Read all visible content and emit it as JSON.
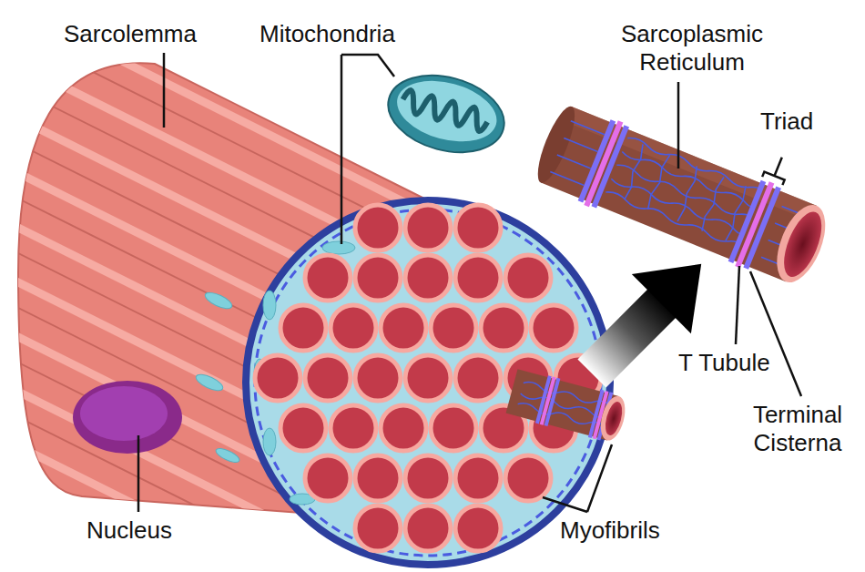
{
  "diagram": {
    "labels": [
      "Sarcolemma",
      "Mitochondria",
      "Sarcoplasmic Reticulum",
      "Triad",
      "T Tubule",
      "Terminal Cisterna",
      "Nucleus",
      "Myofibrils"
    ]
  }
}
